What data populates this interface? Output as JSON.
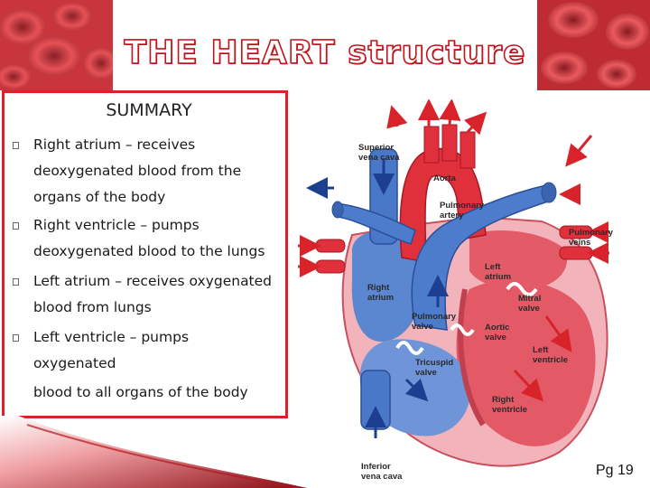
{
  "slide": {
    "title": "THE HEART structure",
    "summary_heading": "SUMMARY",
    "bullets": [
      {
        "lines": [
          "Right atrium – receives",
          "deoxygenated blood from the",
          "organs of the body"
        ]
      },
      {
        "lines": [
          "Right ventricle – pumps",
          "deoxygenated blood to the lungs"
        ]
      },
      {
        "lines": [
          "Left atrium – receives oxygenated",
          "blood from lungs"
        ]
      },
      {
        "lines": [
          "Left ventricle – pumps",
          "oxygenated",
          "blood to all organs of the body"
        ]
      }
    ],
    "page_number": "Pg 19"
  },
  "diagram": {
    "labels": {
      "superior_vena_cava": [
        "Superior",
        "vena cava"
      ],
      "aorta": [
        "Aorta"
      ],
      "pulmonary_artery": [
        "Pulmonary",
        "artery"
      ],
      "pulmonary_veins": [
        "Pulmonary",
        "veins"
      ],
      "left_atrium": [
        "Left",
        "atrium"
      ],
      "right_atrium": [
        "Right",
        "atrium"
      ],
      "mitral_valve": [
        "Mitral",
        "valve"
      ],
      "pulmonary_valve": [
        "Pulmonary",
        "valve"
      ],
      "aortic_valve": [
        "Aortic",
        "valve"
      ],
      "left_ventricle": [
        "Left",
        "ventricle"
      ],
      "tricuspid_valve": [
        "Tricuspid",
        "valve"
      ],
      "right_ventricle": [
        "Right",
        "ventricle"
      ],
      "inferior_vena_cava": [
        "Inferior",
        "vena cava"
      ]
    }
  },
  "colors": {
    "accent_red": "#d8232a",
    "title_stroke": "#c0151c",
    "blood_blue": "#4a78c8",
    "blood_red": "#e0303c",
    "heart_pink": "#f2b3bb"
  }
}
